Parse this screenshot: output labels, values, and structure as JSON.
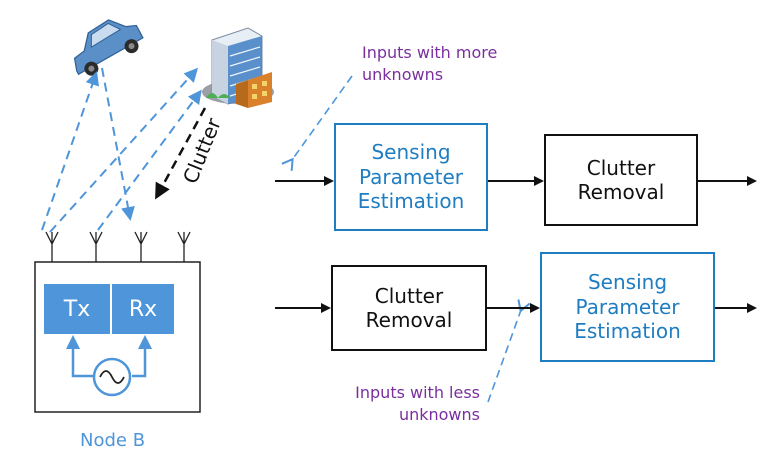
{
  "node": {
    "label": "Node B",
    "tx_label": "Tx",
    "rx_label": "Rx"
  },
  "clutter_label": "Clutter",
  "pipeline_top": {
    "block1": {
      "line1": "Sensing",
      "line2": "Parameter",
      "line3": "Estimation"
    },
    "block2": {
      "line1": "Clutter",
      "line2": "Removal"
    }
  },
  "pipeline_bottom": {
    "block1": {
      "line1": "Clutter",
      "line2": "Removal"
    },
    "block2": {
      "line1": "Sensing",
      "line2": "Parameter",
      "line3": "Estimation"
    }
  },
  "notes": {
    "more_unknowns": {
      "line1": "Inputs with more",
      "line2": "unknowns"
    },
    "less_unknowns": {
      "line1": "Inputs with less",
      "line2": "unknowns"
    }
  },
  "colors": {
    "blue_box": "#1f7dc1",
    "radio_blue": "#4e95d9",
    "note_purple": "#7b2f9e",
    "black": "#111111"
  },
  "icons": [
    "car-icon",
    "building-icon",
    "antenna-icon",
    "oscillator-icon"
  ]
}
